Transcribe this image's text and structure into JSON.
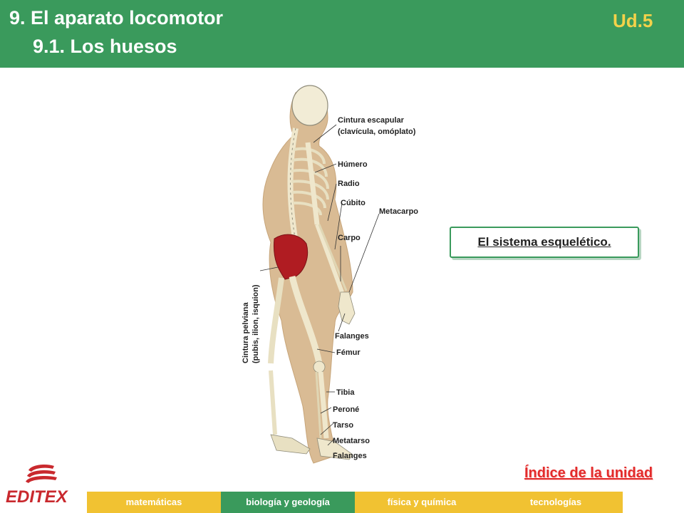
{
  "header": {
    "title": "9. El aparato locomotor",
    "subtitle": "9.1. Los huesos",
    "unit": "Ud.5"
  },
  "figure": {
    "labels": {
      "cintura_escapular_1": "Cintura escapular",
      "cintura_escapular_2": "(clavícula, omóplato)",
      "humero": "Húmero",
      "radio": "Radio",
      "cubito": "Cúbito",
      "metacarpo": "Metacarpo",
      "carpo": "Carpo",
      "cintura_pelviana_1": "Cintura pelviana",
      "cintura_pelviana_2": "(pubis, ilion, isquion)",
      "falanges_mano": "Falanges",
      "femur": "Fémur",
      "tibia": "Tibia",
      "perone": "Peroné",
      "tarso": "Tarso",
      "metatarso": "Metatarso",
      "falanges_pie": "Falanges"
    }
  },
  "caption": "El sistema esquelético.",
  "index_link": "Índice de la unidad",
  "logo": {
    "text": "EDITEX"
  },
  "tabs": [
    {
      "label": "matemáticas"
    },
    {
      "label": "biología y geología"
    },
    {
      "label": "física y química"
    },
    {
      "label": "tecnologías"
    }
  ],
  "colors": {
    "header_bg": "#3a9a5c",
    "unit_text": "#f3d24a",
    "index_link": "#e32b2b",
    "logo": "#c9292e",
    "tab_active": "#3a9a5c",
    "tab_inactive": "#f1c232",
    "pelvis_highlight": "#b01c22"
  }
}
